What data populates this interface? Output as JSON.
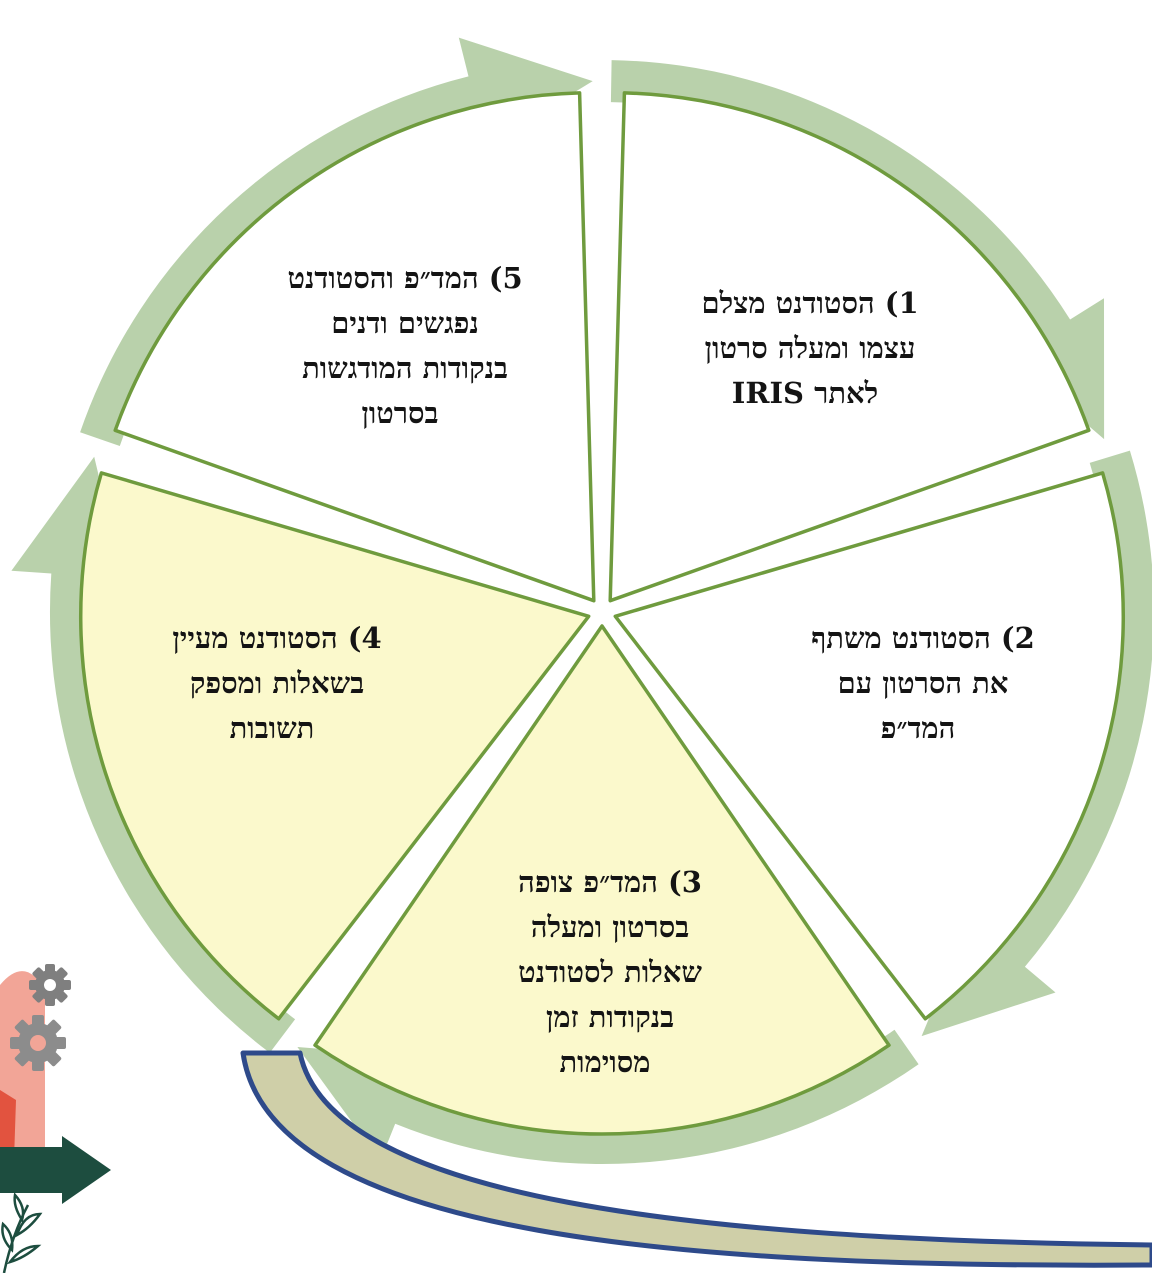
{
  "steps": [
    {
      "id": "step-1",
      "lines": [
        "1) הסטודנט מצלם",
        "עצמו ומעלה סרטון",
        "לאתר IRIS"
      ],
      "highlighted": false
    },
    {
      "id": "step-2",
      "lines": [
        "2) הסטודנט משתף",
        "את הסרטון עם",
        "המד״פ"
      ],
      "highlighted": false
    },
    {
      "id": "step-3",
      "lines": [
        "3) המד״פ צופה",
        "בסרטון ומעלה",
        "שאלות לסטודנט",
        "בנקודות זמן",
        "מסוימות"
      ],
      "highlighted": true
    },
    {
      "id": "step-4",
      "lines": [
        "4) הסטודנט מעיין",
        "בשאלות ומספק",
        "תשובות"
      ],
      "highlighted": true
    },
    {
      "id": "step-5",
      "lines": [
        "5) המד״פ והסטודנט",
        "נפגשים ודנים",
        "בנקודות המודגשות",
        "בסרטון"
      ],
      "highlighted": false
    }
  ],
  "colors": {
    "cycle_arrow": "#b9d1ab",
    "segment_border": "#6f9b3e",
    "highlight_fill": "#fbf9cc",
    "plain_fill": "#ffffff",
    "swoosh_fill": "#cfcfa8",
    "swoosh_border": "#2e4a8a",
    "decor_arrow": "#1d4d3f",
    "decor_gear": "#8a8a8a",
    "decor_face": "#f2a597"
  },
  "decorations": [
    "gear-icon",
    "arrow-right-icon",
    "leaf-icon",
    "pinwheel-icon"
  ]
}
